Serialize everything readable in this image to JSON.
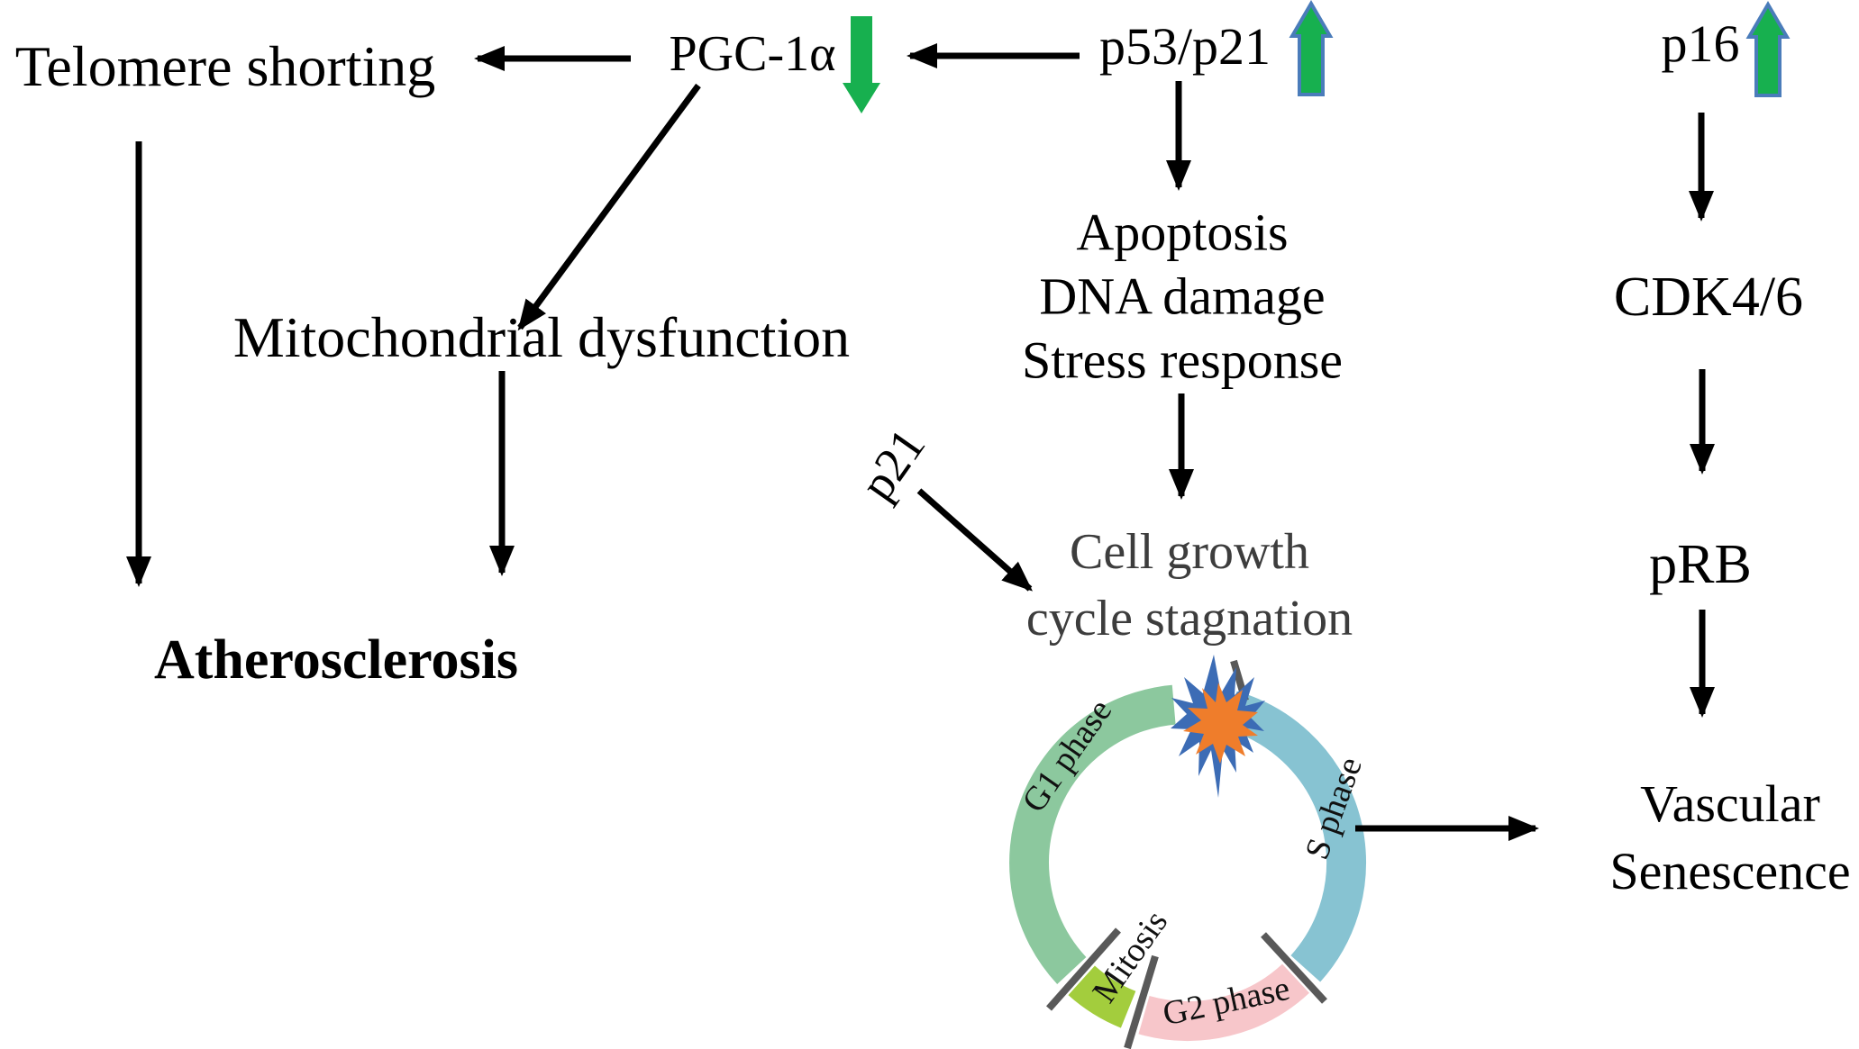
{
  "diagram": {
    "nodes": {
      "telomere": {
        "label": "Telomere shorting"
      },
      "pgc1a": {
        "label": "PGC-1α"
      },
      "p53p21": {
        "label": "p53/p21"
      },
      "p16": {
        "label": "p16"
      },
      "apoptosis": {
        "line1": "Apoptosis",
        "line2": "DNA damage",
        "line3": "Stress response"
      },
      "mitochondrial": {
        "label": "Mitochondrial dysfunction"
      },
      "atherosclerosis": {
        "label": "Atherosclerosis"
      },
      "cdk46": {
        "label": "CDK4/6"
      },
      "prb": {
        "label": "pRB"
      },
      "vascular": {
        "line1": "Vascular",
        "line2": "Senescence"
      },
      "cell_growth": {
        "line1": "Cell growth",
        "line2": "cycle stagnation",
        "color": "#3d3d3d"
      },
      "p21": {
        "label": "p21"
      }
    },
    "cell_cycle": {
      "segments": [
        {
          "id": "g1",
          "label": "G1 phase",
          "color": "#8cc89e"
        },
        {
          "id": "s",
          "label": "S phase",
          "color": "#87c3d2"
        },
        {
          "id": "g2",
          "label": "G2 phase",
          "color": "#f7c6ca"
        },
        {
          "id": "mitosis",
          "label": "Mitosis",
          "color": "#a3cd3d"
        }
      ],
      "divider_color": "#595959",
      "burst_outer_color": "#3c6cb5",
      "burst_inner_color": "#ef7d2b"
    },
    "indicators": {
      "down_arrow_color": "#17b04f",
      "up_arrow_fill": "#17b04f",
      "up_arrow_border": "#4a7cba"
    },
    "arrow_color": "#000000"
  }
}
